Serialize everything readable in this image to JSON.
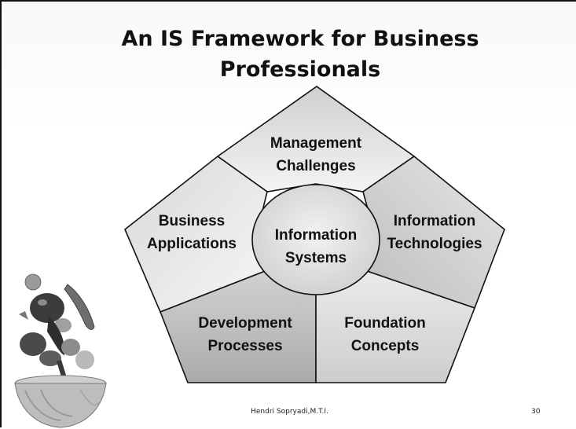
{
  "slide": {
    "title_line1": "An IS Framework for Business",
    "title_line2": "Professionals",
    "footer_author": "Hendri Sopryadi,M.T.I.",
    "page_number": "30"
  },
  "diagram": {
    "center": {
      "line1": "Information",
      "line2": "Systems"
    },
    "segments": {
      "top": {
        "line1": "Management",
        "line2": "Challenges"
      },
      "left": {
        "line1": "Business",
        "line2": "Applications"
      },
      "right": {
        "line1": "Information",
        "line2": "Technologies"
      },
      "bottom_left": {
        "line1": "Development",
        "line2": "Processes"
      },
      "bottom_right": {
        "line1": "Foundation",
        "line2": "Concepts"
      }
    }
  },
  "colors": {
    "fill_light": "#efefef",
    "fill_mid": "#d6d6d6",
    "fill_dark": "#b8b8b8",
    "stroke": "#111111"
  },
  "decoration": {
    "image": "vegetables-and-salad-bowl-illustration"
  }
}
